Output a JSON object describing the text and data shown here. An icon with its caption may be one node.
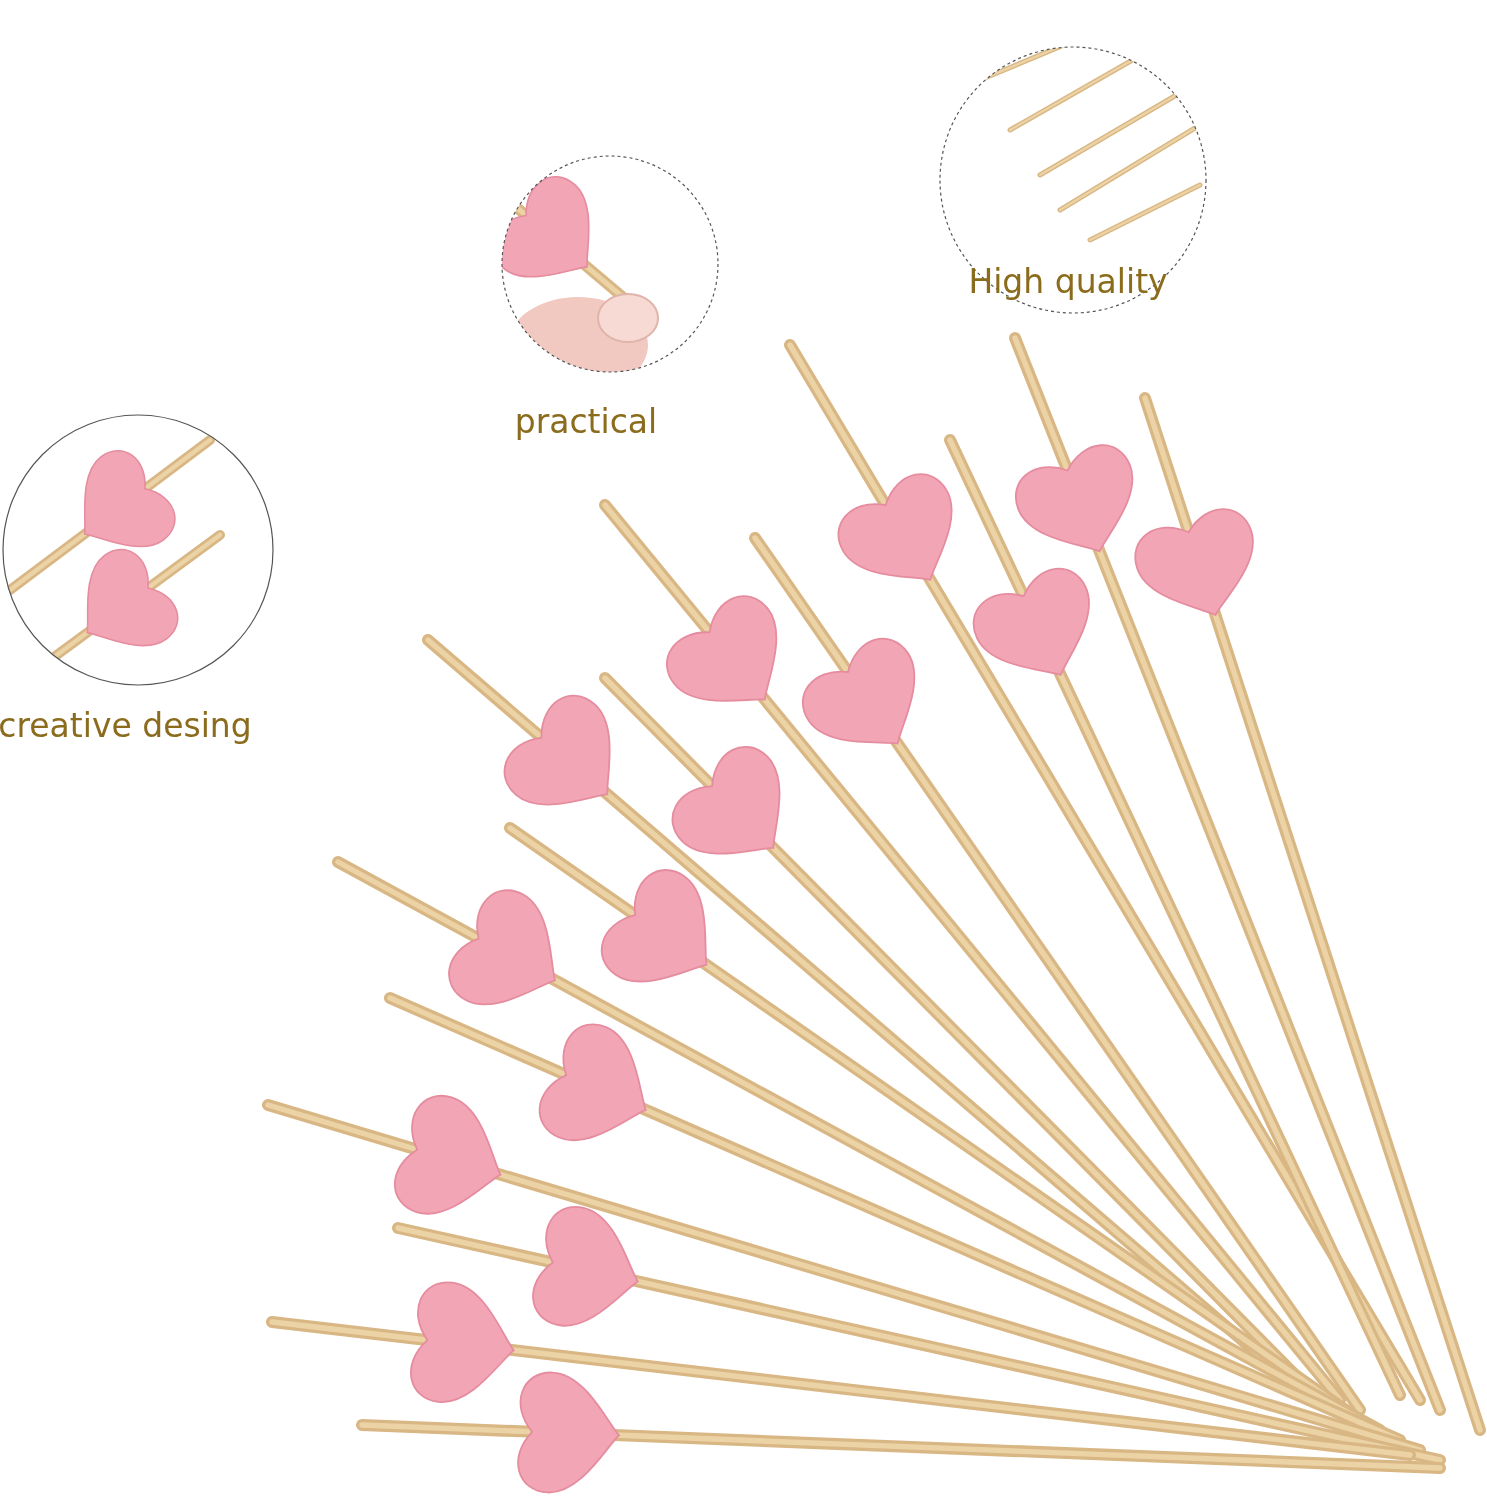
{
  "diagram": {
    "labels": [
      "High quality",
      "practical",
      "creative desing"
    ]
  }
}
